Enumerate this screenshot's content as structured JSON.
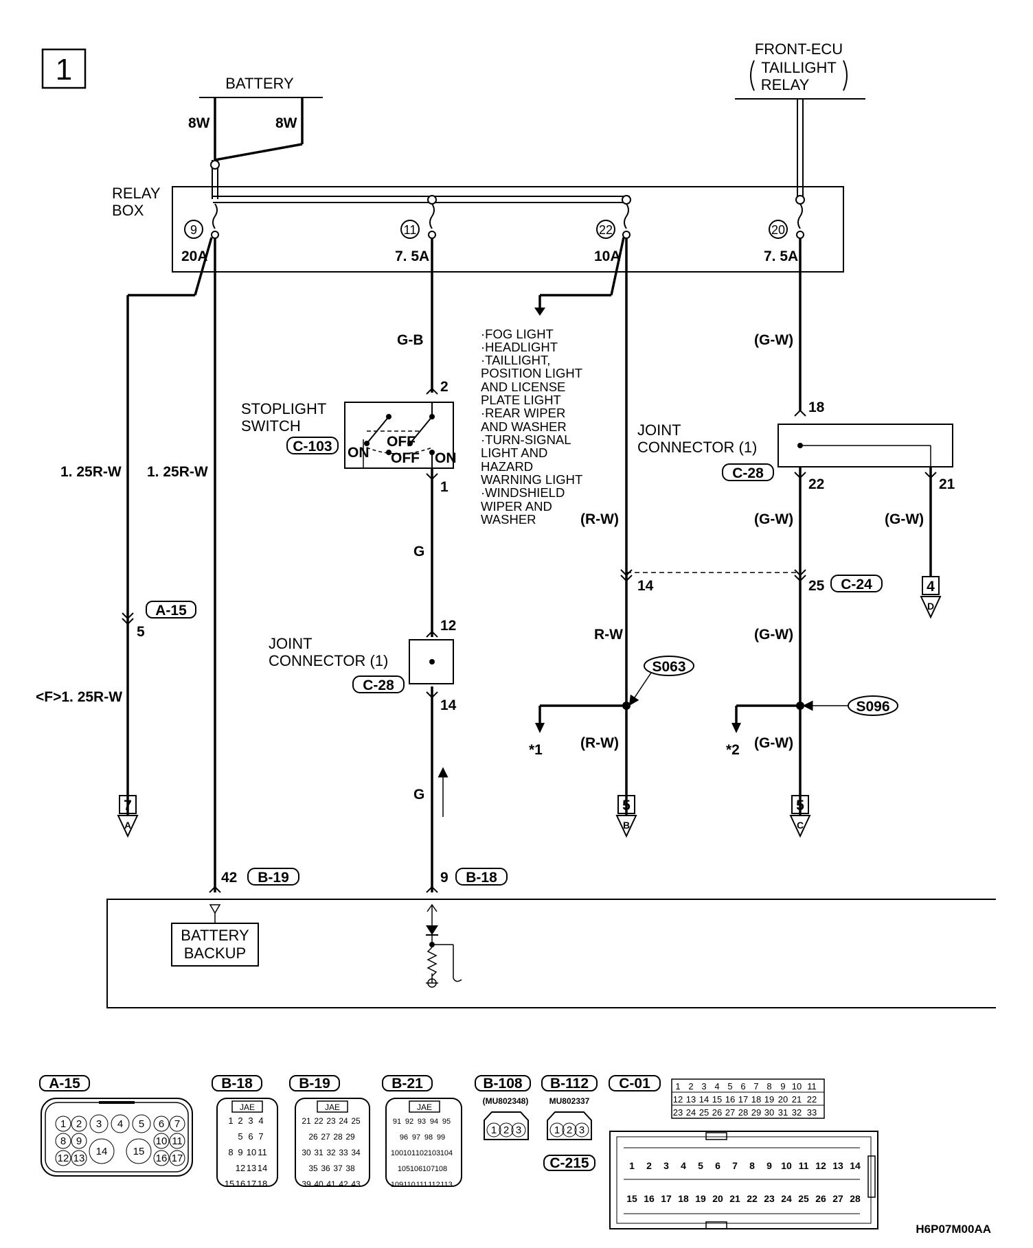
{
  "page_number": "1",
  "sources": {
    "battery": "BATTERY",
    "front_ecu_line1": "FRONT-ECU",
    "front_ecu_line2": "TAILLIGHT",
    "front_ecu_line3": "RELAY"
  },
  "relay_box": {
    "label_line1": "RELAY",
    "label_line2": "BOX",
    "fuses": [
      {
        "number": "9",
        "rating": "20A"
      },
      {
        "number": "11",
        "rating": "7. 5A"
      },
      {
        "number": "22",
        "rating": "10A"
      },
      {
        "number": "20",
        "rating": "7. 5A"
      }
    ]
  },
  "wire_labels": {
    "battery_left": "8W",
    "battery_right": "8W",
    "left_a": "1. 25R-W",
    "left_b": "1. 25R-W",
    "left_f": "<F>1. 25R-W",
    "g_b": "G-B",
    "g_1": "G",
    "g_2": "G",
    "gw_top": "(G-W)",
    "gw_mid": "(G-W)",
    "gw_21": "(G-W)",
    "gw_low": "(G-W)",
    "gw_s096": "(G-W)",
    "rw_paren": "(R-W)",
    "rw_plain": "R-W",
    "rw_s063": "(R-W)"
  },
  "loads_list": [
    "·FOG LIGHT",
    "·HEADLIGHT",
    "·TAILLIGHT,",
    " POSITION LIGHT",
    " AND LICENSE",
    " PLATE LIGHT",
    "·REAR WIPER",
    " AND WASHER",
    "·TURN-SIGNAL",
    " LIGHT AND",
    " HAZARD",
    " WARNING LIGHT",
    "·WINDSHIELD",
    " WIPER AND",
    " WASHER"
  ],
  "stoplight_switch": {
    "line1": "STOPLIGHT",
    "line2": "SWITCH",
    "connector": "C-103",
    "on_left": "ON",
    "off_1": "OFF",
    "off_2": "OFF",
    "on_right": "ON",
    "pin_top": "2",
    "pin_bottom": "1"
  },
  "joint_connector_left": {
    "line1": "JOINT",
    "line2": "CONNECTOR (1)",
    "connector": "C-28",
    "pin_top": "12",
    "pin_bottom": "14"
  },
  "joint_connector_right": {
    "line1": "JOINT",
    "line2": "CONNECTOR (1)",
    "connector": "C-28",
    "pin_in": "18",
    "pin_out_a": "22",
    "pin_out_b": "21"
  },
  "connectors": {
    "a15": "A-15",
    "a15_pin": "5",
    "c24": "C-24",
    "c24_pin_rw": "14",
    "c24_pin_gw": "25",
    "b19": "B-19",
    "b19_pin": "42",
    "b18": "B-18",
    "b18_pin": "9"
  },
  "splices": {
    "s063": "S063",
    "s096": "S096",
    "note1": "*1",
    "note2": "*2"
  },
  "terminals": [
    {
      "num": "7",
      "letter": "A"
    },
    {
      "num": "5",
      "letter": "B"
    },
    {
      "num": "5",
      "letter": "C"
    },
    {
      "num": "4",
      "letter": "D"
    }
  ],
  "ecu": {
    "battery_backup_line1": "BATTERY",
    "battery_backup_line2": "BACKUP"
  },
  "legend": {
    "a15": "A-15",
    "b18": "B-18",
    "b19": "B-19",
    "b21": "B-21",
    "b108": "B-108",
    "b108_part": "(MU802348)",
    "b112": "B-112",
    "b112_part": "MU802337",
    "c215": "C-215",
    "c01": "C-01",
    "jae": "JAE"
  },
  "figure_code": "H6P07M00AA"
}
